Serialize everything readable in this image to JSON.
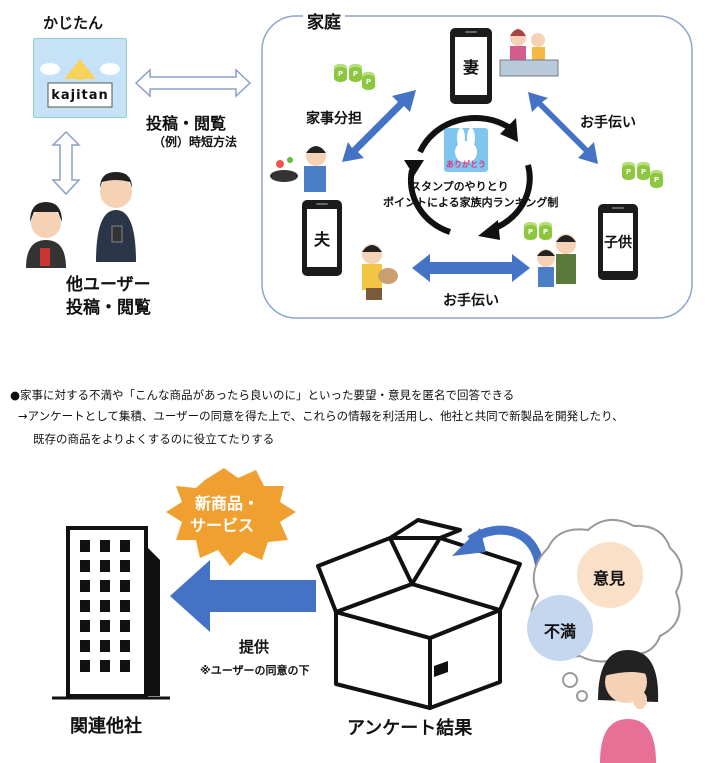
{
  "app": {
    "name": "かじたん",
    "logo_text": "kajitan"
  },
  "top_link": {
    "label": "投稿・閲覧",
    "sublabel": "（例）時短方法"
  },
  "other_users": {
    "line1": "他ユーザー",
    "line2": "投稿・閲覧"
  },
  "home": {
    "title": "家庭",
    "wife": "妻",
    "husband": "夫",
    "child": "子供",
    "edge_wife_husband": "家事分担",
    "edge_wife_child": "お手伝い",
    "edge_husband_child": "お手伝い",
    "stamp_text": "ありがとう",
    "center_line1": "スタンプのやりとり",
    "center_line2": "ポイントによる家族内ランキング制",
    "coin_letter": "P"
  },
  "notes": {
    "line1": "●家事に対する不満や「こんな商品があったら良いのに」といった要望・意見を匿名で回答できる",
    "line2": "→アンケートとして集積、ユーザーの同意を得た上で、これらの情報を利活用し、他社と共同で新製品を開発したり、",
    "line3": "既存の商品をよりよくするのに役立てたりする"
  },
  "bottom": {
    "burst_line1": "新商品・",
    "burst_line2": "サービス",
    "company": "関連他社",
    "provide": "提供",
    "provide_note": "※ユーザーの同意の下",
    "survey": "アンケート結果",
    "opinion": "意見",
    "complaint": "不満"
  },
  "colors": {
    "arrow_blue": "#4472c4",
    "burst": "#f0a030",
    "frame": "#8fa6cc",
    "bubble": "#fbe0c8"
  }
}
